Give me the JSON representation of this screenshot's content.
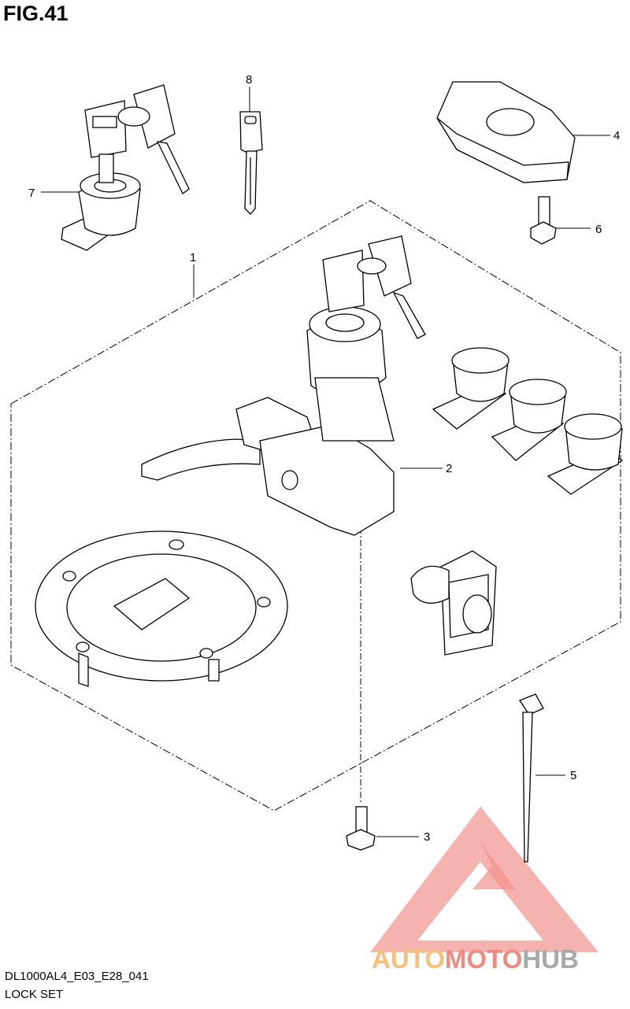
{
  "figure": {
    "title": "FIG.41",
    "code": "DL1000AL4_E03_E28_041",
    "name": "LOCK SET"
  },
  "callouts": [
    {
      "id": "1",
      "part": "lock-set-assembly"
    },
    {
      "id": "2",
      "part": "ignition-switch"
    },
    {
      "id": "3",
      "part": "screw"
    },
    {
      "id": "4",
      "part": "cover"
    },
    {
      "id": "5",
      "part": "cable-tie"
    },
    {
      "id": "6",
      "part": "bolt"
    },
    {
      "id": "7",
      "part": "seat-lock"
    },
    {
      "id": "8",
      "part": "blank-key"
    }
  ],
  "watermark": {
    "part1": "AUTO",
    "part2": "MOTO",
    "part3": "HUB",
    "colors": {
      "auto": "#f5c07a",
      "moto": "#f08a80",
      "hub": "#a8a8a8",
      "triangle": "#f07f78"
    }
  }
}
